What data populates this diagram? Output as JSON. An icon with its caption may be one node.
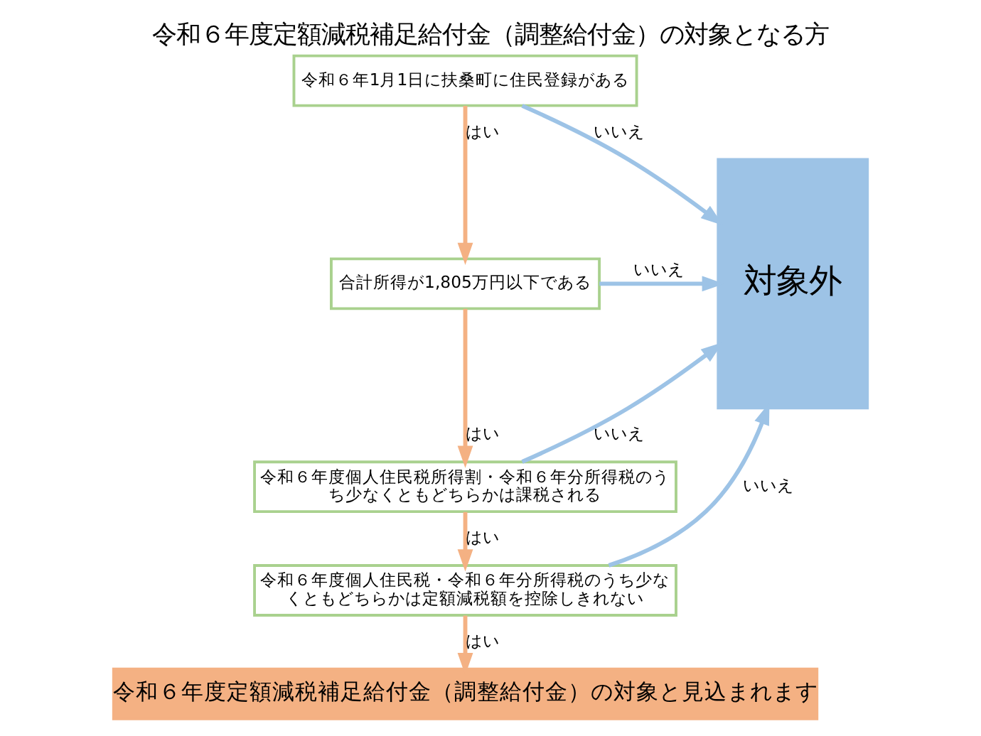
{
  "diagram": {
    "title": "令和６年度定額減税補足給付金（調整給付金）の対象となる方",
    "nodes": [
      {
        "text": [
          "令和６年1月1日に扶桑町に住民登録がある"
        ]
      },
      {
        "text": [
          "合計所得が1,805万円以下である"
        ]
      },
      {
        "text": [
          "令和６年度個人住民税所得割・令和６年分所得税のうち少なくともどちらかは課税される"
        ]
      },
      {
        "text": [
          "令和６年度個人住民税・令和６年分所得税のうち少なくともどちらかは定額減税額を控除しきれない"
        ]
      },
      {
        "text": [
          "令和６年度定額減税補足給付金（調整給付金）の対象と見込まれます"
        ]
      },
      {
        "text": [
          "対象外"
        ]
      }
    ],
    "edges": [
      {
        "from": 0,
        "to": 1,
        "arrow": "to",
        "label": "はい"
      },
      {
        "from": 1,
        "to": 2,
        "arrow": "to",
        "label": "はい"
      },
      {
        "from": 2,
        "to": 3,
        "arrow": "to",
        "label": "はい"
      },
      {
        "from": 3,
        "to": 4,
        "arrow": "to",
        "label": "はい"
      },
      {
        "from": 0,
        "to": 5,
        "arrow": "to",
        "label": "いいえ",
        "color": "#9dc3e6"
      },
      {
        "from": 1,
        "to": 5,
        "arrow": "to",
        "label": "いいえ",
        "color": "#9dc3e6"
      },
      {
        "from": 2,
        "to": 5,
        "arrow": "to",
        "label": "いいえ",
        "color": "#9dc3e6"
      },
      {
        "from": 3,
        "to": 5,
        "arrow": "to",
        "label": "いいえ",
        "color": "#9dc3e6"
      }
    ]
  }
}
